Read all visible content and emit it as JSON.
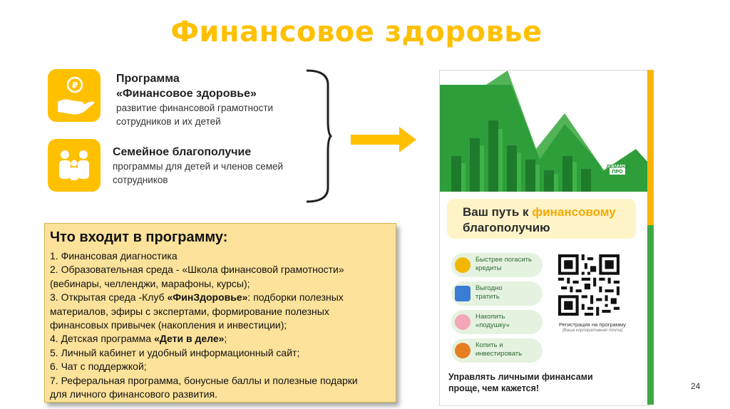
{
  "title": "Финансовое здоровье",
  "items": [
    {
      "icon": "hand-coin-icon",
      "title_line1": "Программа",
      "title_line2": "«Финансовое здоровье»",
      "desc_line1": "развитие финансовой грамотности",
      "desc_line2": "сотрудников и их детей"
    },
    {
      "icon": "family-icon",
      "title_line1": "Семейное благополучие",
      "desc_line1": "программы для детей и членов семей",
      "desc_line2": "сотрудников"
    }
  ],
  "program": {
    "heading": "Что входит в программу:",
    "lines": {
      "l1": "1. Финансовая диагностика",
      "l2": "2. Образовательная среда - «Школа финансовой грамотности»",
      "l3": "(вебинары, челленджи, марафоны, курсы);",
      "l4a": "3. Открытая среда -Клуб ",
      "l4b": "«ФинЗдоровье»",
      "l4c": ": подборки полезных",
      "l5": "материалов, эфиры с экспертами, формирование полезных",
      "l6": "финансовых привычек (накопления и инвестиции);",
      "l7a": "4. Детская программа ",
      "l7b": "«Дети в деле»",
      "l7c": ";",
      "l8": "5. Личный кабинет и удобный информационный сайт;",
      "l9": "6. Чат с поддержкой;",
      "l10": "7. Реферальная программа, бонусные баллы и полезные подарки",
      "l11": "для личного финансового развития."
    }
  },
  "poster": {
    "brand": "ФинЗдоровье",
    "lemana": "ЛЕМАНА ПРО",
    "banner_line1a": "Ваш путь к ",
    "banner_line1b": "финансовому",
    "banner_line2": "благополучию",
    "pills": [
      {
        "icon": "coins-icon",
        "line1": "Быстрее погасить",
        "line2": "кредиты"
      },
      {
        "icon": "card-icon",
        "line1": "Выгодно",
        "line2": "тратить"
      },
      {
        "icon": "piggy-bank-icon",
        "line1": "Накопить",
        "line2": "«подушку»"
      },
      {
        "icon": "percent-coin-icon",
        "line1": "Копить и",
        "line2": "инвестировать"
      }
    ],
    "reg_text": "Регистрация на программу",
    "reg_sub": "(Ваша корпоративная почта)",
    "footer_line1": "Управлять личными финансами",
    "footer_line2": "проще, чем кажется!"
  },
  "colors": {
    "accent": "#FFC000",
    "program_bg": "#FCE29A",
    "poster_green": "#2E9E3A",
    "poster_stripe_yellow": "#F7B500",
    "poster_stripe_green": "#3FA845"
  },
  "page_number": "24"
}
